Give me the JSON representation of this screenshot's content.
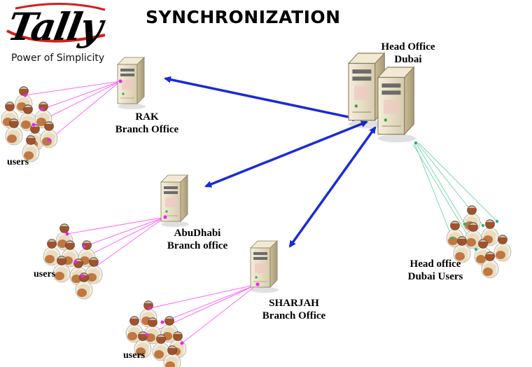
{
  "header": {
    "logo_text": "Tally",
    "tagline": "Power of Simplicity",
    "title": "SYNCHRONIZATION"
  },
  "nodes": {
    "head_office": {
      "line1": "Head Office",
      "line2": "Dubai"
    },
    "rak": {
      "line1": "RAK",
      "line2": "Branch Office"
    },
    "abudhabi": {
      "line1": "AbuDhabi",
      "line2": "Branch office"
    },
    "sharjah": {
      "line1": "SHARJAH",
      "line2": "Branch Office"
    },
    "head_users": {
      "line1": "Head office",
      "line2": "Dubai Users"
    }
  },
  "user_groups": {
    "rak_label": "users",
    "abudhabi_label": "users",
    "sharjah_label": "users"
  },
  "colors": {
    "sync_arrow": "#1a2ad8",
    "branch_user_line": "#ff66ff",
    "head_user_line": "#7fd6b0",
    "server_body": "#e8dcc0",
    "logo_red": "#d81c1c"
  }
}
